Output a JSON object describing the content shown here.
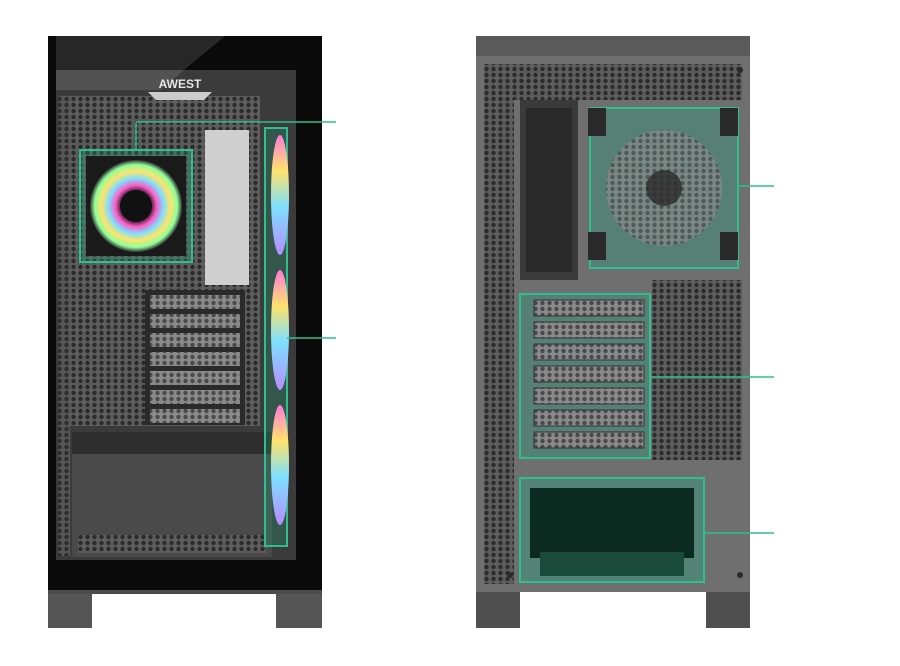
{
  "brand": {
    "logo_text": "AWEST"
  },
  "colors": {
    "background": "#ffffff",
    "case_body": "#6f6f6f",
    "case_dark": "#3a3a3a",
    "glass_frame": "#0a0a0a",
    "highlight": "#2fbf8f",
    "highlight_fill": "#1faa80"
  },
  "views": [
    {
      "name": "front-side-view",
      "highlights": [
        "rear-fan",
        "side-fans"
      ]
    },
    {
      "name": "rear-view",
      "highlights": [
        "rear-fan-mount",
        "expansion-slots",
        "psu-bay"
      ]
    }
  ]
}
